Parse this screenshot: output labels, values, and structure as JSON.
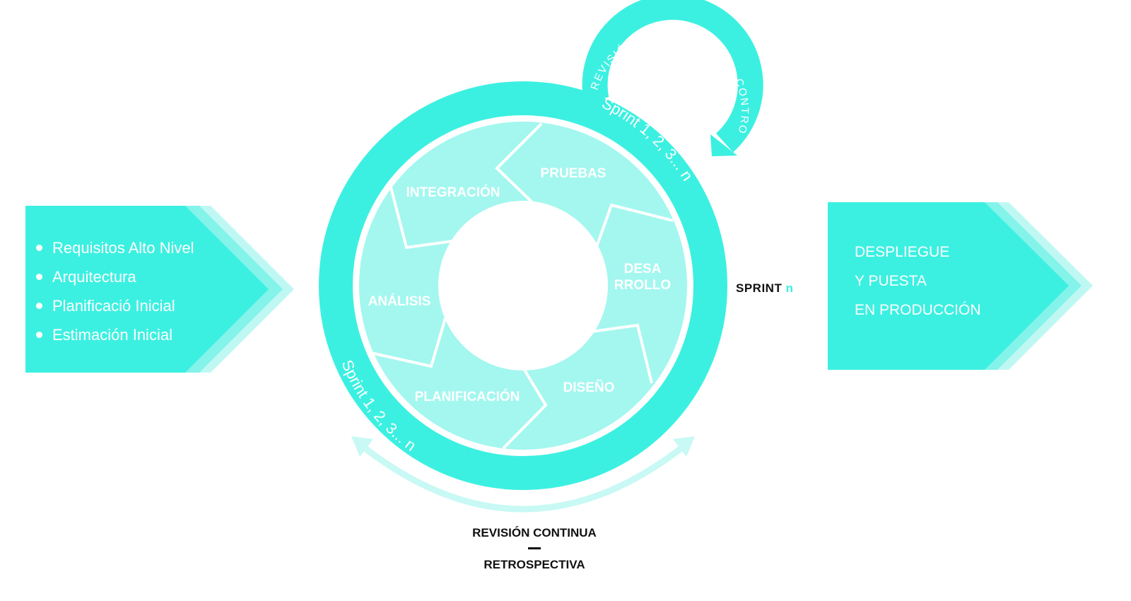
{
  "left_panel": {
    "items": [
      "Requisitos Alto Nivel",
      "Arquitectura",
      "Planificació Inicial",
      "Estimación Inicial"
    ]
  },
  "right_panel": {
    "lines": [
      "DESPLIEGUE",
      "Y PUESTA",
      "EN PRODUCCIÓN"
    ]
  },
  "cycle": {
    "stages": [
      "PRUEBAS",
      "INTEGRACIÓN",
      "ANÁLISIS",
      "PLANIFICACIÓN",
      "DISEÑO"
    ],
    "desarrollo_lines": [
      "DESA",
      "RROLLO"
    ],
    "ring_label": "Sprint 1, 2, 3... n",
    "top_arc_label": "REVISIÓN - SEGUIMIENTO - CONTROL"
  },
  "sprint_label": {
    "text": "SPRINT",
    "n": "n"
  },
  "bottom": {
    "line1": "REVISIÓN CONTINUA",
    "line2": "RETROSPECTIVA"
  },
  "colors": {
    "ring": "#3cf0e1",
    "segment": "#a3f7ef",
    "panel": "#3cf0e1",
    "chevron_mid": "#84f3ea",
    "chevron_light": "#bff8f3",
    "arc_light": "#c8f9f4"
  }
}
